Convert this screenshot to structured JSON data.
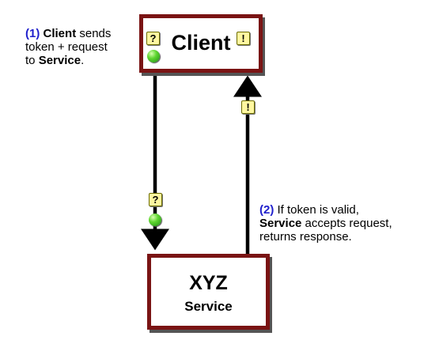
{
  "client": {
    "title": "Client"
  },
  "service": {
    "title": "XYZ",
    "subtitle": "Service"
  },
  "note1": {
    "step": "(1)",
    "actor": "Client",
    "line1_rest": " sends",
    "line2": "token + request",
    "line3_prefix": "to ",
    "target": "Service",
    "line3_suffix": "."
  },
  "note2": {
    "step": "(2)",
    "line1_rest": " If token is valid,",
    "actor": "Service",
    "line2_rest": " accepts request,",
    "line3": "returns response."
  },
  "badges": {
    "question": "?",
    "exclamation": "!"
  },
  "colors": {
    "box_border": "#7a1414",
    "step_label": "#1f1fcc",
    "badge_fill": "#fff7a0",
    "token_dot": "#3cb81e"
  }
}
